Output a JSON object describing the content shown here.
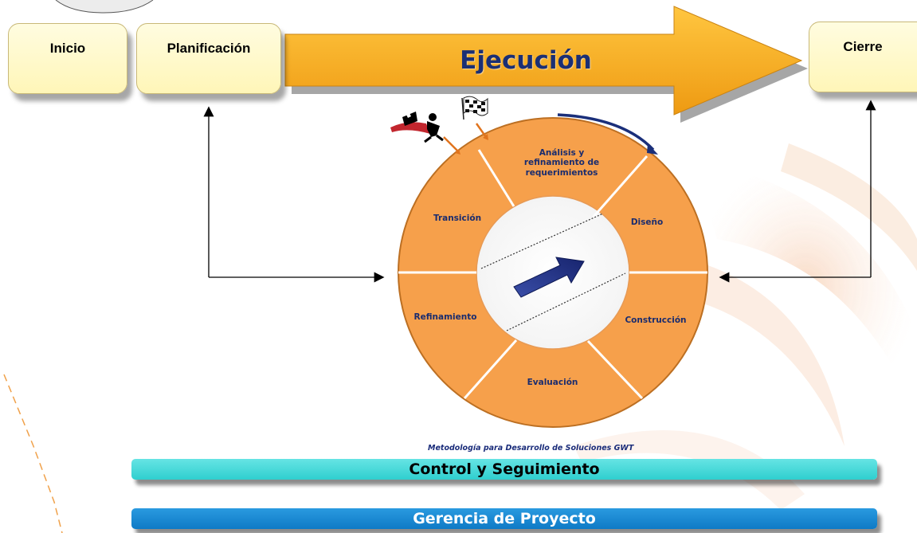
{
  "phases": {
    "inicio": "Inicio",
    "planificacion": "Planificación",
    "ejecucion": "Ejecución",
    "cierre": "Cierre"
  },
  "cycle": {
    "segments": [
      {
        "id": "analisis",
        "label": "Análisis y refinamiento de requerimientos"
      },
      {
        "id": "diseno",
        "label": "Diseño"
      },
      {
        "id": "construccion",
        "label": "Construcción"
      },
      {
        "id": "evaluacion",
        "label": "Evaluación"
      },
      {
        "id": "refinamiento",
        "label": "Refinamiento"
      },
      {
        "id": "transicion",
        "label": "Transición"
      }
    ],
    "credit": "Metodología para Desarrollo de Soluciones GWT"
  },
  "bars": {
    "control": "Control y Seguimiento",
    "gerencia": "Gerencia de Proyecto"
  },
  "colors": {
    "phase_box": "#fff6b8",
    "execution_arrow": "#f5a521",
    "cycle_fill": "#f6a04b",
    "label_text": "#1a2c6e",
    "control_bar": "#3cd4d4",
    "gerencia_bar": "#1283d0"
  }
}
